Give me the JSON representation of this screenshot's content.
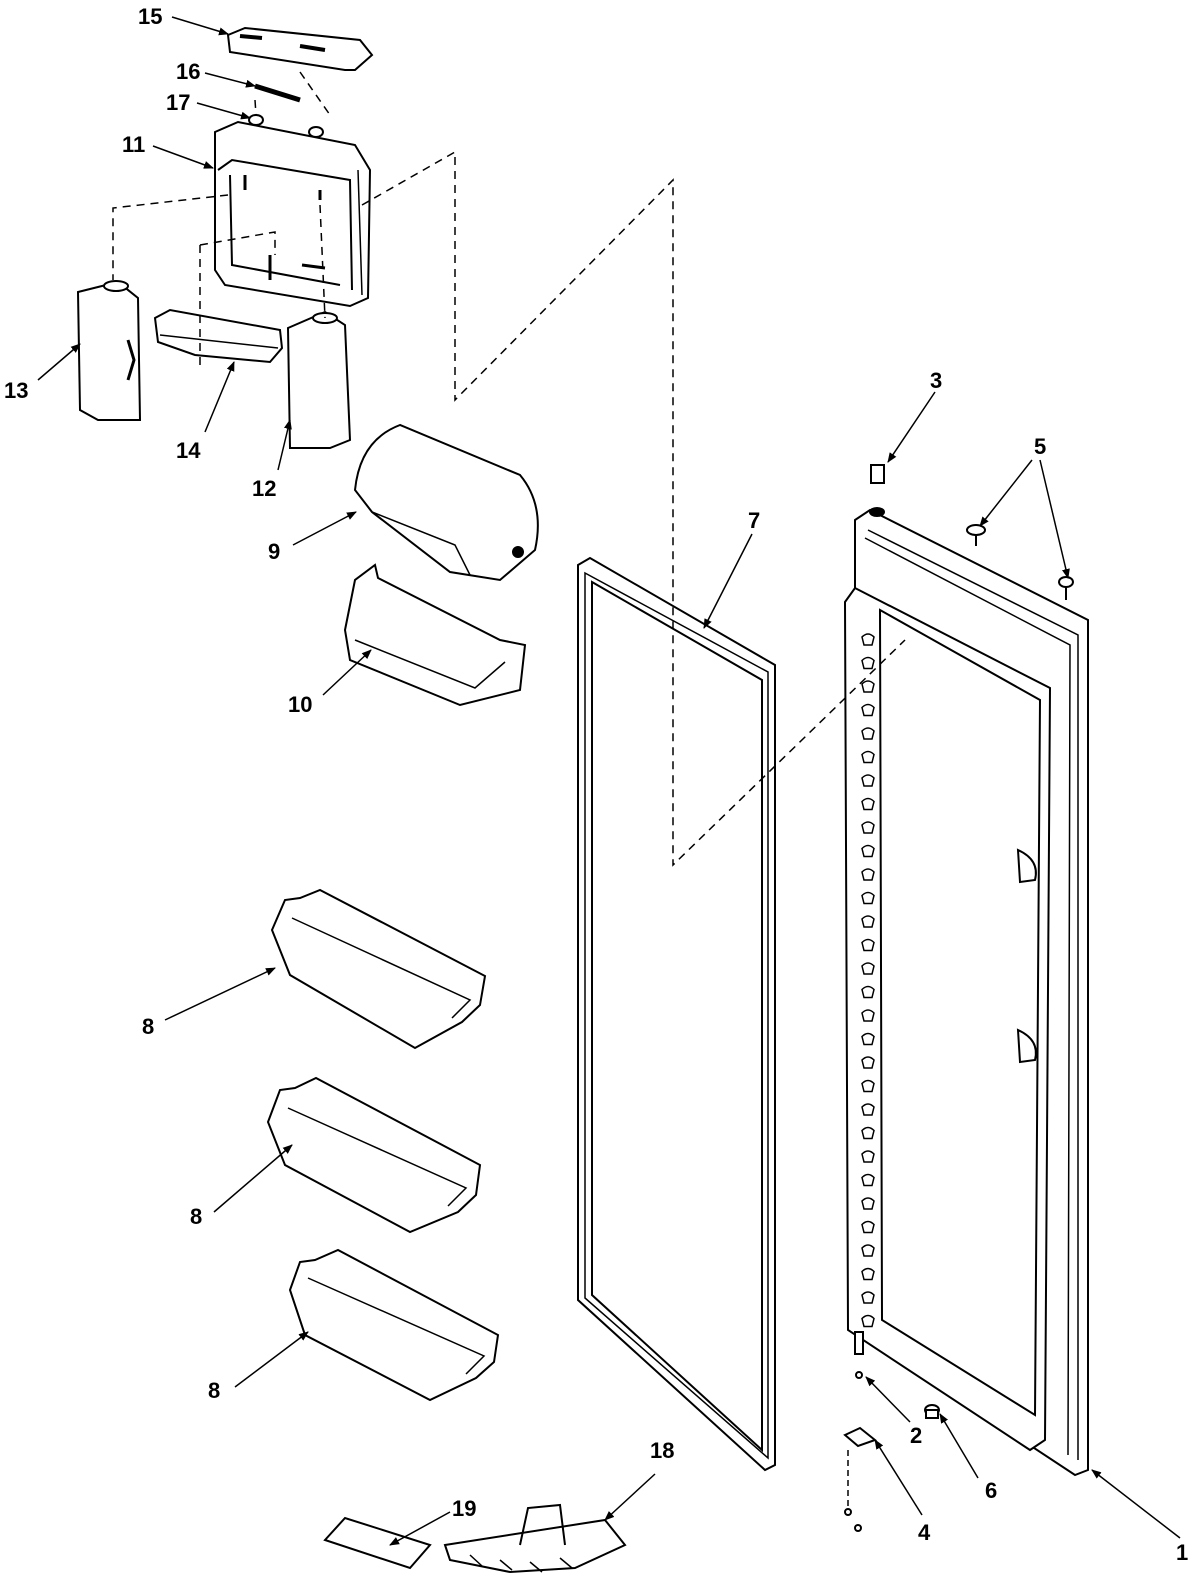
{
  "colors": {
    "line": "#000000",
    "part_fill": "#ffffff",
    "shade": "#d9d9d9",
    "background": "#ffffff"
  },
  "callouts": [
    {
      "id": "c15",
      "text": "15"
    },
    {
      "id": "c16",
      "text": "16"
    },
    {
      "id": "c17",
      "text": "17"
    },
    {
      "id": "c11",
      "text": "11"
    },
    {
      "id": "c13",
      "text": "13"
    },
    {
      "id": "c14",
      "text": "14"
    },
    {
      "id": "c12",
      "text": "12"
    },
    {
      "id": "c9",
      "text": "9"
    },
    {
      "id": "c10",
      "text": "10"
    },
    {
      "id": "c7",
      "text": "7"
    },
    {
      "id": "c3",
      "text": "3"
    },
    {
      "id": "c5",
      "text": "5"
    },
    {
      "id": "c8a",
      "text": "8"
    },
    {
      "id": "c8b",
      "text": "8"
    },
    {
      "id": "c8c",
      "text": "8"
    },
    {
      "id": "c19",
      "text": "19"
    },
    {
      "id": "c18",
      "text": "18"
    },
    {
      "id": "c2",
      "text": "2"
    },
    {
      "id": "c6",
      "text": "6"
    },
    {
      "id": "c4",
      "text": "4"
    },
    {
      "id": "c1",
      "text": "1"
    }
  ]
}
